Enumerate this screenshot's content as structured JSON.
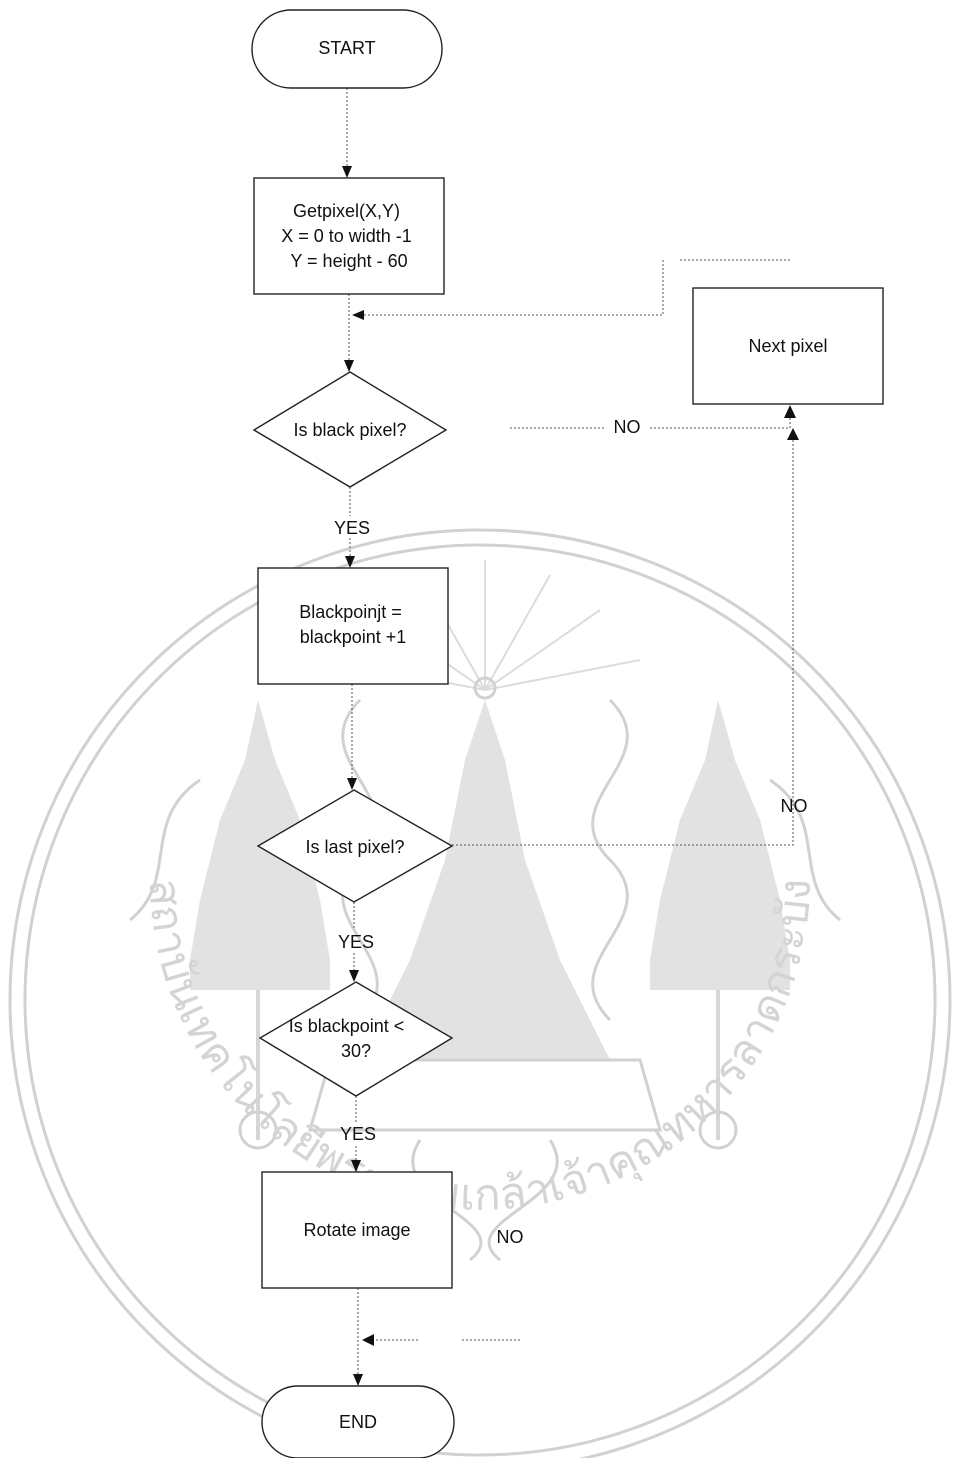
{
  "flowchart": {
    "start": "START",
    "getpixel": [
      "Getpixel(X,Y)",
      "X = 0 to width -1",
      "Y = height - 60"
    ],
    "next_pixel": "Next pixel",
    "is_black": "Is black pixel?",
    "no_black": "NO",
    "yes_black": "YES",
    "blackpoint": [
      "Blackpoinjt =",
      "blackpoint +1"
    ],
    "is_last": "Is last pixel?",
    "no_last": "NO",
    "yes_last": "YES",
    "is_blackpoint": [
      "Is blackpoint <",
      "30?"
    ],
    "yes_blackpoint": "YES",
    "rotate": "Rotate image",
    "no_blackpoint": "NO",
    "end": "END"
  },
  "watermark": {
    "text": "สถาบันเทคโนโลยีพระจอมเกล้าเจ้าคุณทหารลาดกระบัง",
    "color": "#cfcfcf"
  }
}
